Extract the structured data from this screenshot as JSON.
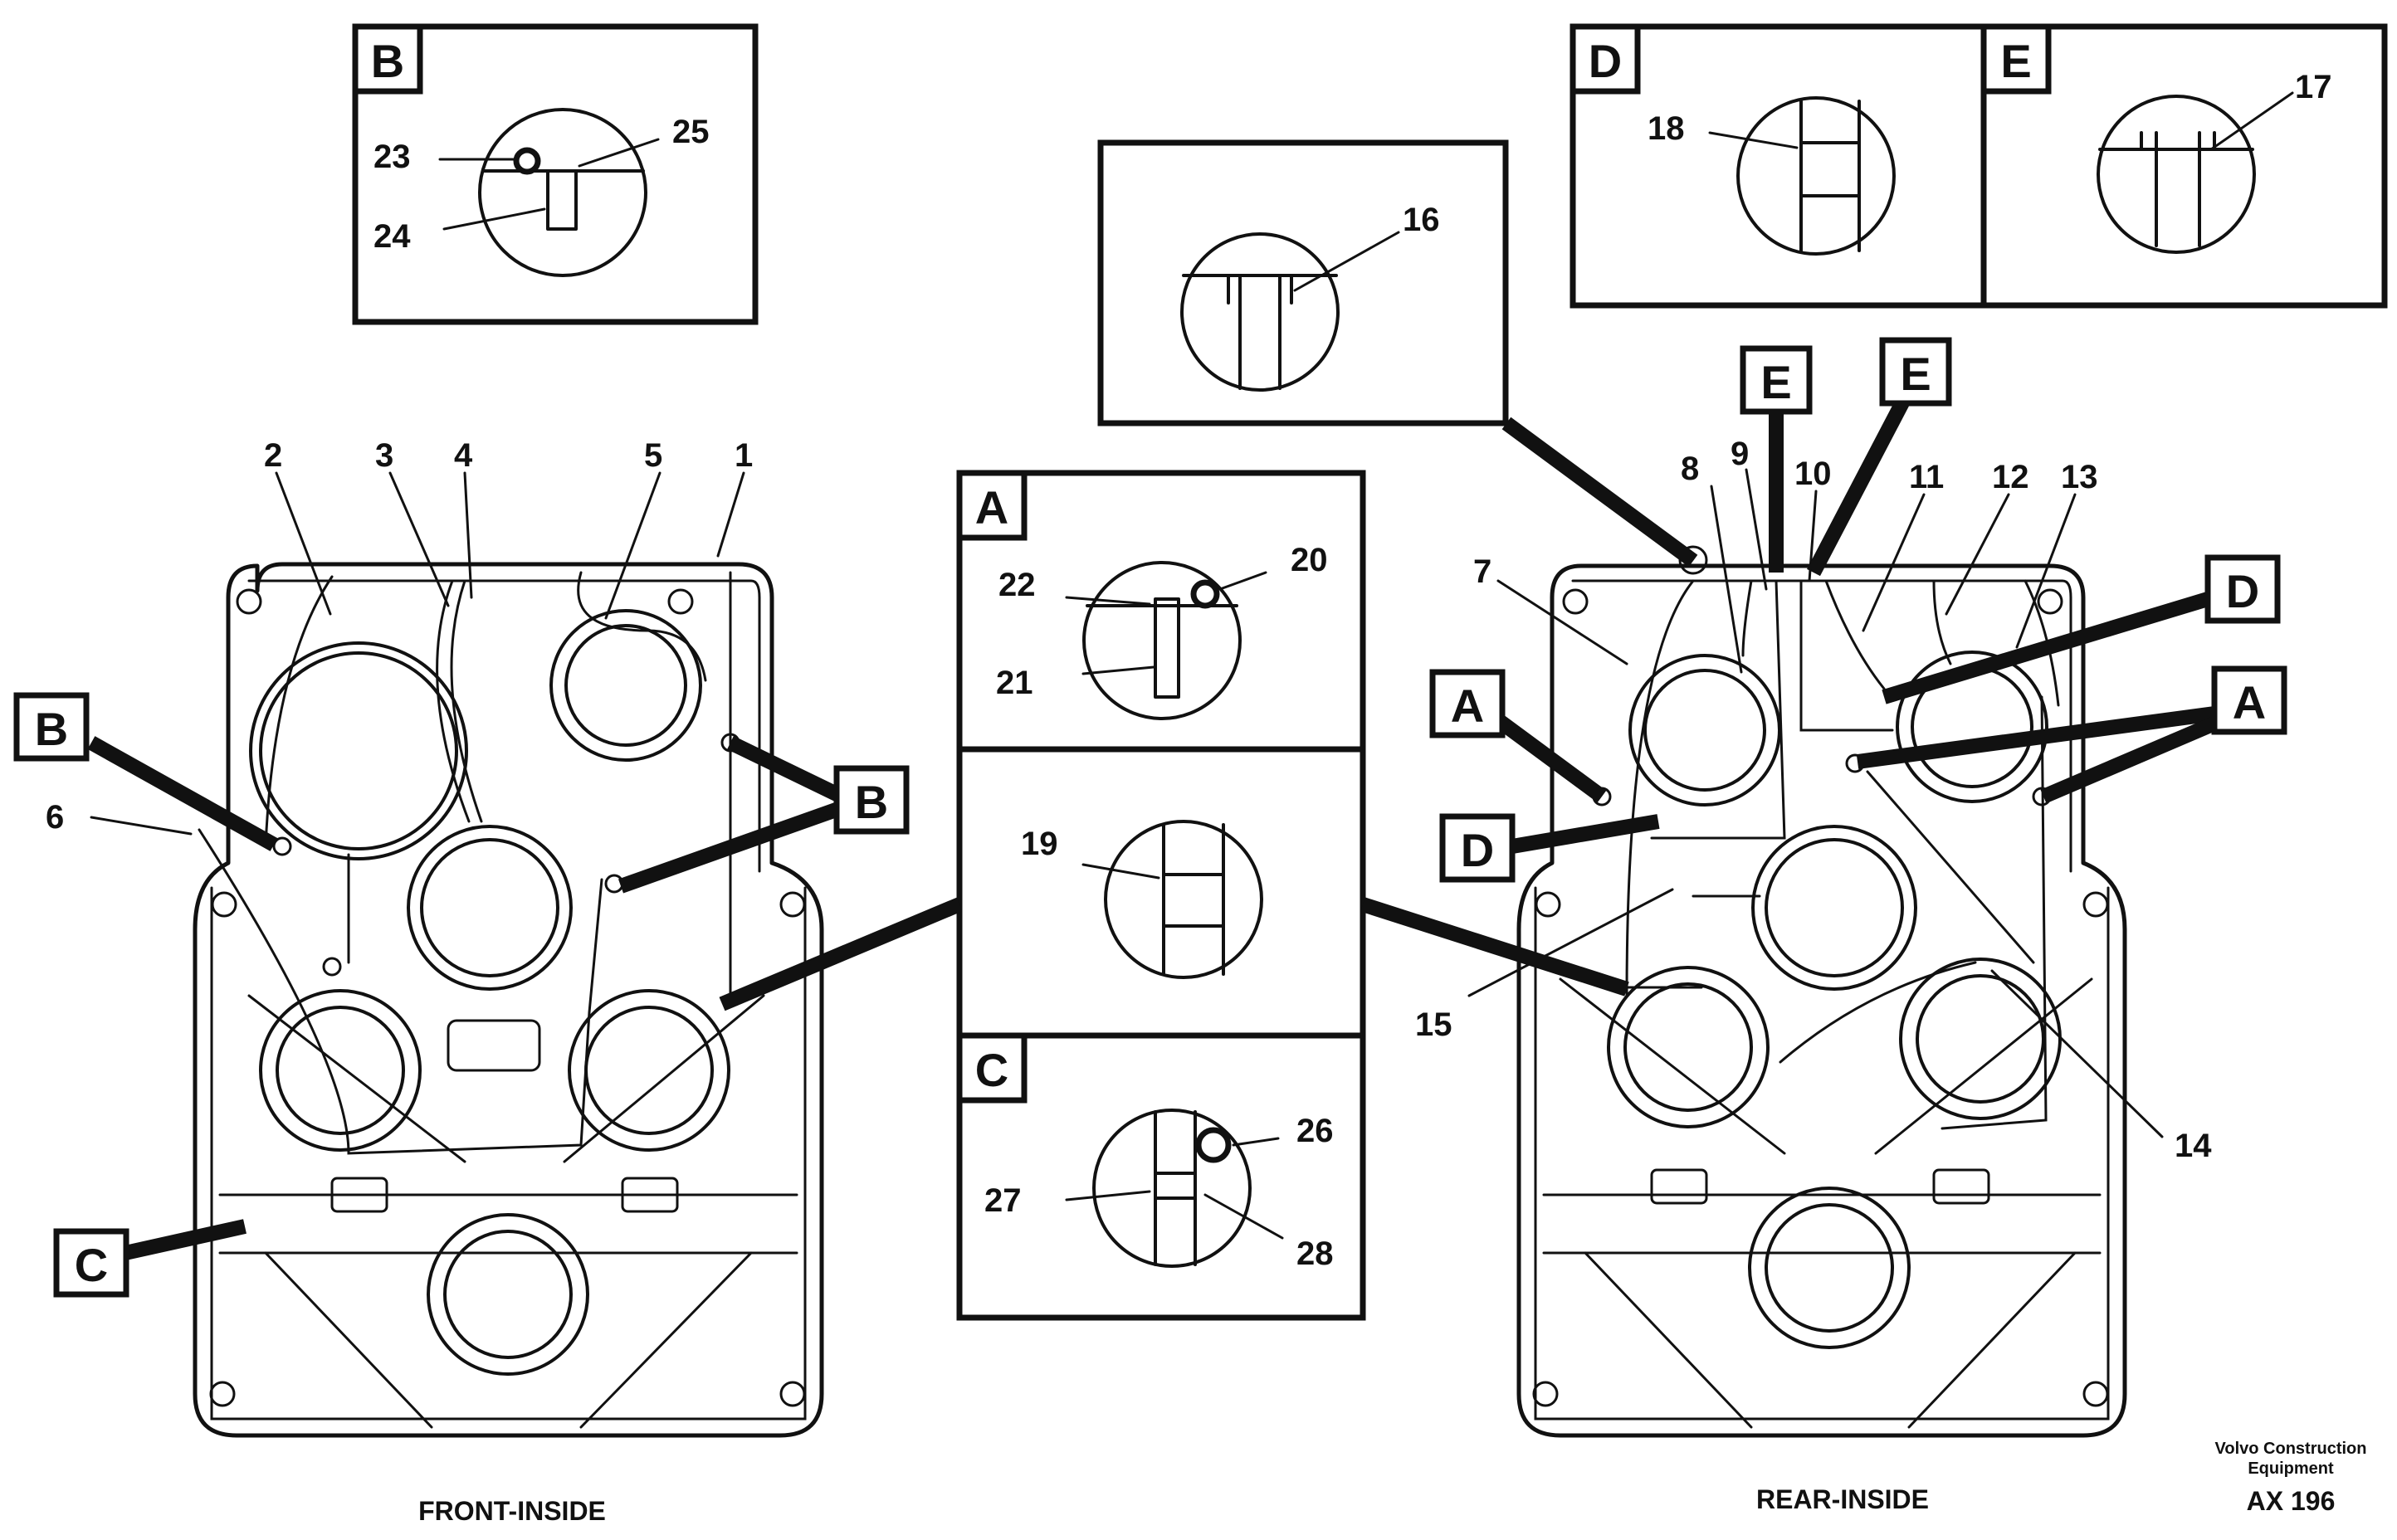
{
  "captions": {
    "front": "FRONT-INSIDE",
    "rear": "REAR-INSIDE"
  },
  "brand": {
    "line1": "Volvo Construction",
    "line2": "Equipment",
    "code": "AX 196"
  },
  "detail_tags": {
    "A": "A",
    "B": "B",
    "C": "C",
    "D": "D",
    "E": "E"
  },
  "numbers": {
    "n1": "1",
    "n2": "2",
    "n3": "3",
    "n4": "4",
    "n5": "5",
    "n6": "6",
    "n7": "7",
    "n8": "8",
    "n9": "9",
    "n10": "10",
    "n11": "11",
    "n12": "12",
    "n13": "13",
    "n14": "14",
    "n15": "15",
    "n16": "16",
    "n17": "17",
    "n18": "18",
    "n19": "19",
    "n20": "20",
    "n21": "21",
    "n22": "22",
    "n23": "23",
    "n24": "24",
    "n25": "25",
    "n26": "26",
    "n27": "27",
    "n28": "28"
  }
}
